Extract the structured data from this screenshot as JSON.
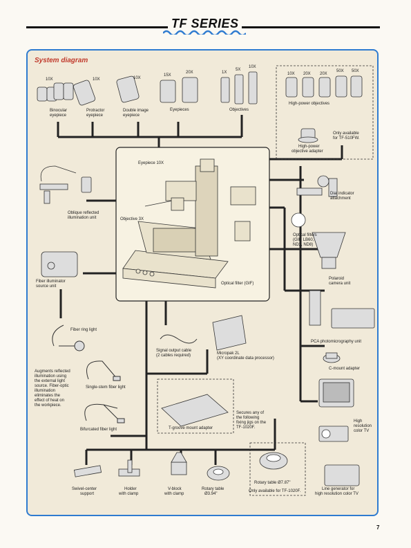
{
  "header": {
    "title": "TF SERIES"
  },
  "diagram_title": "System diagram",
  "eyepieces": {
    "binocular": {
      "mag": "10X",
      "label_l1": "Binocular",
      "label_l2": "eyepiece"
    },
    "protractor": {
      "mag": "10X",
      "label_l1": "Protractor",
      "label_l2": "eyepiece"
    },
    "double_image": {
      "mag": "10X",
      "label_l1": "Double image",
      "label_l2": "eyepiece"
    },
    "eyepieces": {
      "mag1": "15X",
      "mag2": "20X",
      "label": "Eyepieces"
    }
  },
  "objectives": {
    "mags": [
      "1X",
      "5X",
      "10X"
    ],
    "label": "Objectives"
  },
  "high_power": {
    "mags": [
      "10X",
      "20X",
      "20X",
      "50X",
      "50X"
    ],
    "label": "High-power objectives",
    "adapter_l1": "High-power",
    "adapter_l2": "objective adapter",
    "note_l1": "Only available",
    "note_l2": "for TF-510FW."
  },
  "microscope": {
    "eyepiece_label": "Eyepiece 10X",
    "objective_label": "Objective 3X",
    "filter_label": "Optical filter (GIF)"
  },
  "oblique": {
    "l1": "Oblique reflected",
    "l2": "illumination unit"
  },
  "dial": {
    "l1": "Dial indicator",
    "l2": "attachment"
  },
  "optical_filters": {
    "l1": "Optical filters",
    "l2": "(GIF, LB60,",
    "l3": "ND2, ND8)"
  },
  "fiber_illuminator": {
    "l1": "Fiber illuminator",
    "l2": "source unit"
  },
  "polaroid": {
    "l1": "Polaroid",
    "l2": "camera unit"
  },
  "fiber_ring": {
    "label": "Fiber ring light"
  },
  "signal_cable": {
    "l1": "Signal output cable",
    "l2": "(2 cables required)"
  },
  "micropak": {
    "l1": "Micropak 2L",
    "l2": "(XY coordinate data processor)"
  },
  "pca": {
    "label": "PCA photomicrography unit"
  },
  "cmount": {
    "label": "C-mount adapter"
  },
  "augments": {
    "l1": "Augments reflected",
    "l2": "illumination using",
    "l3": "the external light",
    "l4": "source. Fiber-optic",
    "l5": "illumination",
    "l6": "eliminates the",
    "l7": "effect of heat on",
    "l8": "the workpiece."
  },
  "single_stem": {
    "label": "Single-stem fiber light"
  },
  "bifurcated": {
    "label": "Bifurcated fiber light"
  },
  "tgroove": {
    "label": "T-groove mount adapter"
  },
  "secures": {
    "l1": "Secures any of",
    "l2": "the following",
    "l3": "fixing jigs on the",
    "l4": "TF-1020F."
  },
  "hires_tv": {
    "l1": "High",
    "l2": "resolution",
    "l3": "color TV"
  },
  "jigs": {
    "swivel": {
      "l1": "Swivel-center",
      "l2": "support"
    },
    "holder": {
      "l1": "Holder",
      "l2": "with clamp"
    },
    "vblock": {
      "l1": "V-block",
      "l2": "with clamp"
    },
    "rotary": {
      "l1": "Rotary table",
      "l2": "Ø3.94\""
    }
  },
  "rotary_large": {
    "l1": "Rotary table Ø7.87\"",
    "l2": "Only available for TF-1020F."
  },
  "line_gen": {
    "l1": "Line generator for",
    "l2": "high resolution color TV"
  },
  "page_number": "7",
  "colors": {
    "accent_blue": "#2e7bd0",
    "title_red": "#c0392b",
    "panel_bg": "#f1ead9",
    "line": "#222222"
  }
}
